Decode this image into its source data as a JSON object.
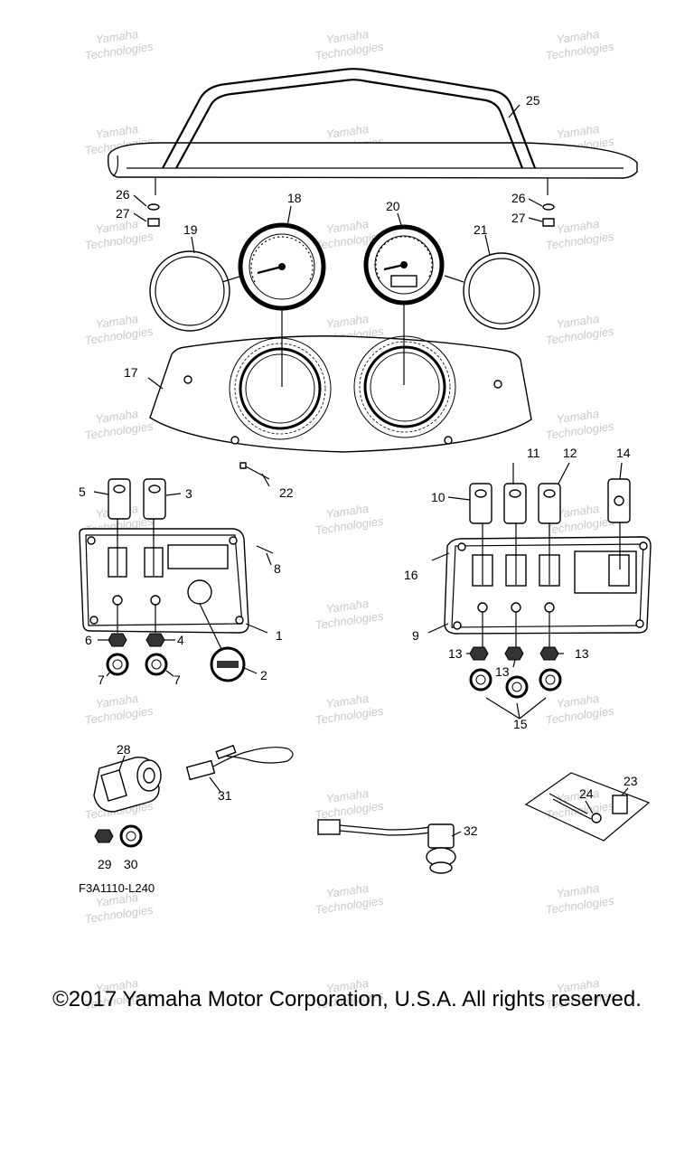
{
  "diagram": {
    "callouts": [
      "1",
      "2",
      "3",
      "4",
      "5",
      "6",
      "7",
      "8",
      "9",
      "10",
      "11",
      "12",
      "13",
      "14",
      "15",
      "16",
      "17",
      "18",
      "19",
      "20",
      "21",
      "22",
      "23",
      "24",
      "25",
      "26",
      "27",
      "28",
      "29",
      "30",
      "31",
      "32"
    ],
    "watermark_lines": [
      "Yamaha",
      "Technologies"
    ],
    "figure_code": "F3A1110-L240",
    "copyright": "©2017 Yamaha Motor Corporation, U.S.A. All rights reserved."
  }
}
